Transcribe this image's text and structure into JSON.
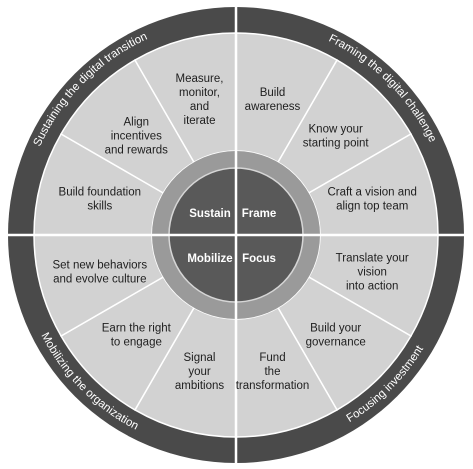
{
  "colors": {
    "outer_ring": "#4a4a4a",
    "segment_fill": "#d2d2d2",
    "segment_border": "#ffffff",
    "inner_ring": "#9a9a9a",
    "core_fill": "#595959",
    "core_divider": "#d6d6d6",
    "quadrant_divider": "#ffffff"
  },
  "quadrants": [
    {
      "key": "frame",
      "core_label": "Frame",
      "ring_label": "Framing the digital challenge",
      "steps": [
        [
          "Build",
          "awareness"
        ],
        [
          "Know your",
          "starting point"
        ],
        [
          "Craft a vision and",
          "align top team"
        ]
      ]
    },
    {
      "key": "focus",
      "core_label": "Focus",
      "ring_label": "Focusing investment",
      "steps": [
        [
          "Translate your",
          "vision",
          "into action"
        ],
        [
          "Build your",
          "governance"
        ],
        [
          "Fund",
          "the",
          "transformation"
        ]
      ]
    },
    {
      "key": "mobilize",
      "core_label": "Mobilize",
      "ring_label": "Mobilizing the organization",
      "steps": [
        [
          "Signal",
          "your",
          "ambitions"
        ],
        [
          "Earn the right",
          "to engage"
        ],
        [
          "Set new behaviors",
          "and evolve culture"
        ]
      ]
    },
    {
      "key": "sustain",
      "core_label": "Sustain",
      "ring_label": "Sustaining the digital transition",
      "steps": [
        [
          "Build foundation",
          "skills"
        ],
        [
          "Align",
          "incentives",
          "and rewards"
        ],
        [
          "Measure,",
          "monitor,",
          "and",
          "iterate"
        ]
      ]
    }
  ]
}
